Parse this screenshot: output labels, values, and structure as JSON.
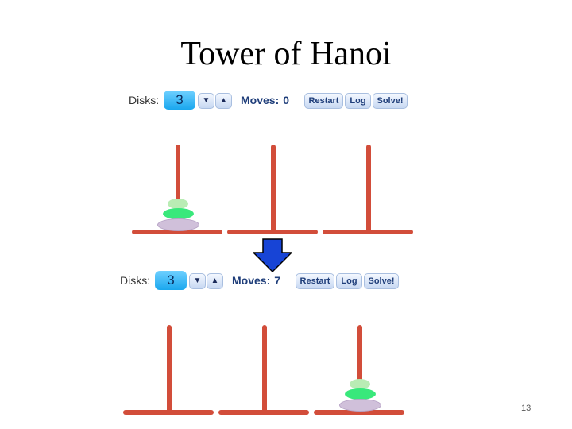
{
  "slide": {
    "title": "Tower of Hanoi",
    "page_number": "13"
  },
  "before": {
    "disks_label": "Disks:",
    "disks_value": "3",
    "down_glyph": "▼",
    "up_glyph": "▲",
    "moves_label": "Moves:",
    "moves_value": "0",
    "restart_label": "Restart",
    "log_label": "Log",
    "solve_label": "Solve!",
    "pegs": [
      {
        "disks": [
          1,
          2,
          3
        ]
      },
      {
        "disks": []
      },
      {
        "disks": []
      }
    ]
  },
  "after": {
    "disks_label": "Disks:",
    "disks_value": "3",
    "down_glyph": "▼",
    "up_glyph": "▲",
    "moves_label": "Moves:",
    "moves_value": "7",
    "restart_label": "Restart",
    "log_label": "Log",
    "solve_label": "Solve!",
    "pegs": [
      {
        "disks": []
      },
      {
        "disks": []
      },
      {
        "disks": [
          1,
          2,
          3
        ]
      }
    ]
  },
  "icons": {
    "transition": "down-arrow-icon"
  },
  "colors": {
    "peg": "#d24d3a",
    "disk_small": "#b9ecb4",
    "disk_medium": "#39e87b",
    "disk_large": "#d0c0da",
    "arrow": "#1744d6"
  }
}
